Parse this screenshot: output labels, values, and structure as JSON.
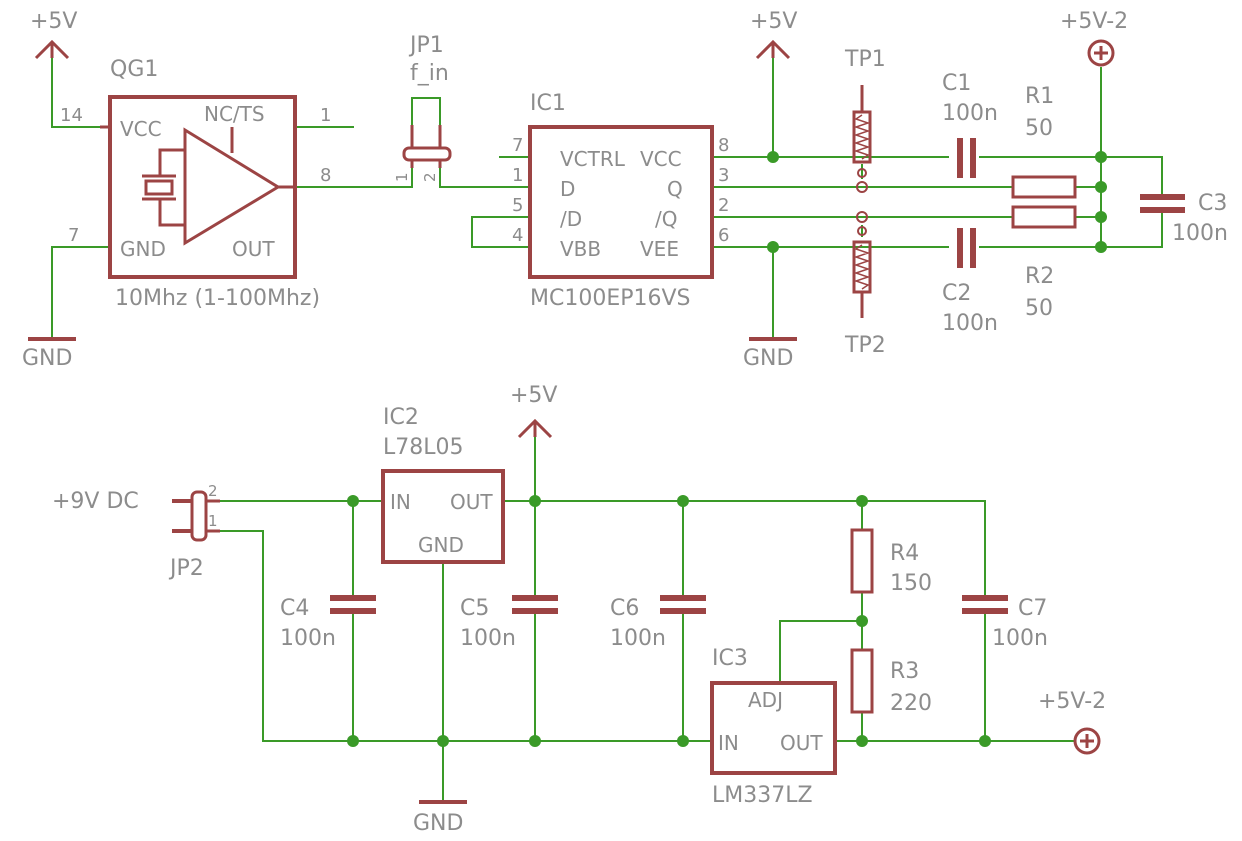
{
  "power": {
    "p5v_a": "+5V",
    "p5v_b": "+5V",
    "p5v_c": "+5V",
    "p5v2_a": "+5V-2",
    "p5v2_b": "+5V-2",
    "gnd_a": "GND",
    "gnd_b": "GND",
    "gnd_c": "GND",
    "input_label": "+9V DC"
  },
  "qg1": {
    "name": "QG1",
    "value": "10Mhz (1-100Mhz)",
    "pins": {
      "vcc": "VCC",
      "gnd": "GND",
      "nc": "NC/TS",
      "out": "OUT"
    },
    "pin_numbers": {
      "vcc": "14",
      "gnd": "7",
      "nc": "1",
      "out": "8"
    }
  },
  "jp1": {
    "name": "JP1",
    "value": "f_in",
    "pin1": "1",
    "pin2": "2"
  },
  "ic1": {
    "name": "IC1",
    "value": "MC100EP16VS",
    "pins": {
      "vctrl": "VCTRL",
      "vcc": "VCC",
      "d": "D",
      "q": "Q",
      "nd": "/D",
      "nq": "/Q",
      "vbb": "VBB",
      "vee": "VEE"
    },
    "pin_numbers": {
      "vctrl": "7",
      "d": "1",
      "nd": "5",
      "vbb": "4",
      "vcc": "8",
      "q": "3",
      "nq": "2",
      "vee": "6"
    }
  },
  "tp1": {
    "name": "TP1"
  },
  "tp2": {
    "name": "TP2"
  },
  "c1": {
    "name": "C1",
    "value": "100n"
  },
  "c2": {
    "name": "C2",
    "value": "100n"
  },
  "c3": {
    "name": "C3",
    "value": "100n"
  },
  "r1": {
    "name": "R1",
    "value": "50"
  },
  "r2": {
    "name": "R2",
    "value": "50"
  },
  "jp2": {
    "name": "JP2",
    "pin1": "1",
    "pin2": "2"
  },
  "ic2": {
    "name": "IC2",
    "value": "L78L05",
    "pins": {
      "in": "IN",
      "out": "OUT",
      "gnd": "GND"
    }
  },
  "c4": {
    "name": "C4",
    "value": "100n"
  },
  "c5": {
    "name": "C5",
    "value": "100n"
  },
  "c6": {
    "name": "C6",
    "value": "100n"
  },
  "c7": {
    "name": "C7",
    "value": "100n"
  },
  "r4": {
    "name": "R4",
    "value": "150"
  },
  "r3": {
    "name": "R3",
    "value": "220"
  },
  "ic3": {
    "name": "IC3",
    "value": "LM337LZ",
    "pins": {
      "adj": "ADJ",
      "in": "IN",
      "out": "OUT"
    }
  }
}
